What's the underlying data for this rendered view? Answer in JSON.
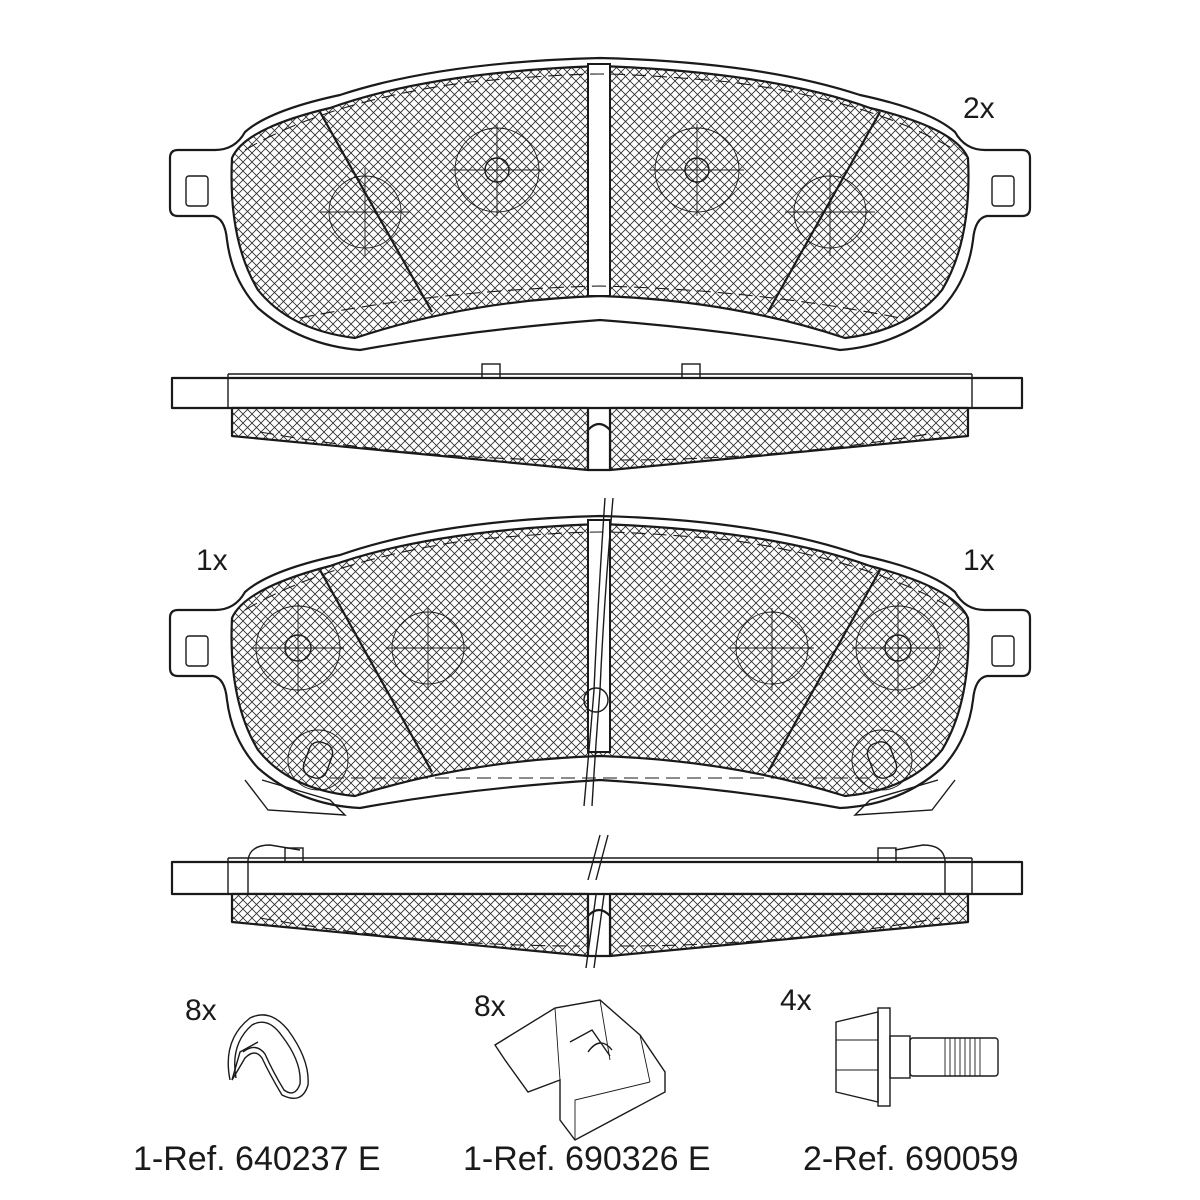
{
  "labels": {
    "top_pad_qty": "2x",
    "bottom_pad_left_qty": "1x",
    "bottom_pad_right_qty": "1x",
    "clip_qty": "8x",
    "spring_qty": "8x",
    "bolt_qty": "4x"
  },
  "references": {
    "clip": "1-Ref. 640237 E",
    "spring": "1-Ref. 690326 E",
    "bolt": "2-Ref. 690059"
  }
}
